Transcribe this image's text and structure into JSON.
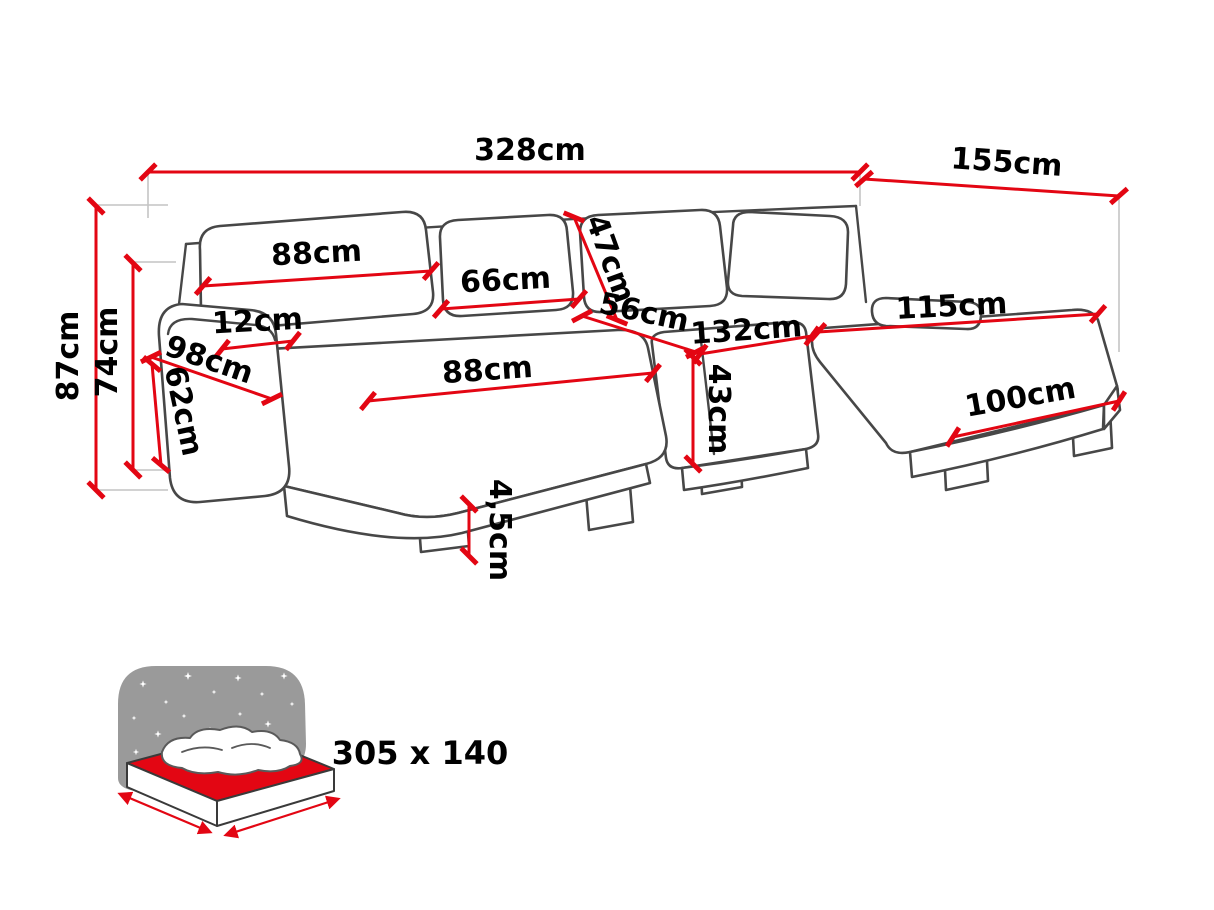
{
  "diagram": {
    "accent_color": "#e30613",
    "outline_color": "#474747",
    "dimensions": {
      "total_width": "328cm",
      "total_depth": "155cm",
      "total_height": "87cm",
      "backrest_height": "74cm",
      "back_cushion_width": "88cm",
      "center_back_cushion_width": "66cm",
      "back_cushion_height": "47cm",
      "seat_back_width": "56cm",
      "center_seat_width": "132cm",
      "right_chaise_length": "115cm",
      "left_chaise_width": "88cm",
      "seat_height": "43cm",
      "right_chaise_width": "100cm",
      "armrest_top_width": "12cm",
      "armrest_depth": "98cm",
      "armrest_height": "62cm",
      "leg_height": "4,5cm"
    },
    "sleeping_area": {
      "icon": "bed-sleeping-area-icon",
      "label": "305 x 140"
    }
  }
}
